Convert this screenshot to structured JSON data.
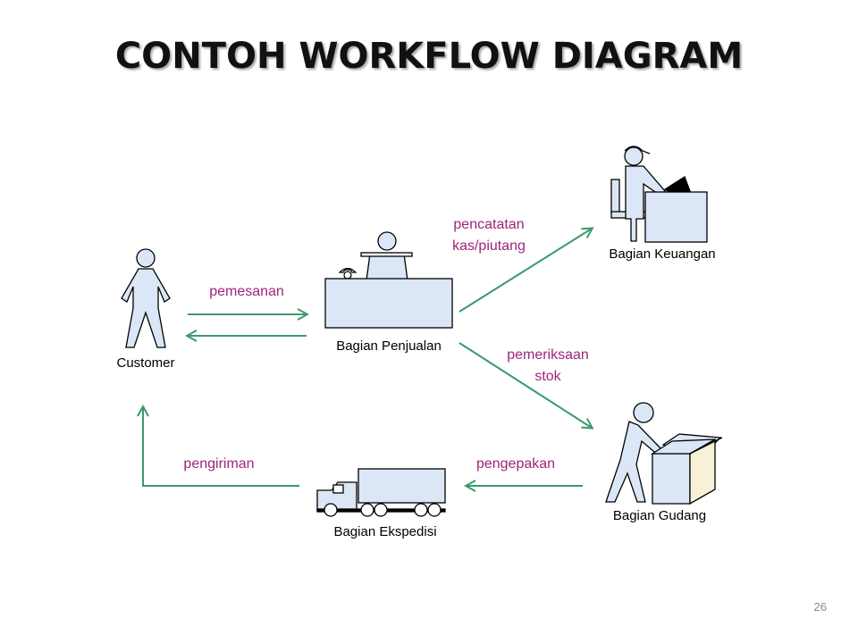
{
  "title": "CONTOH WORKFLOW DIAGRAM",
  "page_number": "26",
  "nodes": {
    "customer": "Customer",
    "penjualan": "Bagian Penjualan",
    "keuangan": "Bagian Keuangan",
    "gudang": "Bagian Gudang",
    "ekspedisi": "Bagian Ekspedisi"
  },
  "flows": {
    "pemesanan": "pemesanan",
    "pencatatan_1": "pencatatan",
    "pencatatan_2": "kas/piutang",
    "pemeriksaan_1": "pemeriksaan",
    "pemeriksaan_2": "stok",
    "pengepakan": "pengepakan",
    "pengiriman": "pengiriman"
  },
  "colors": {
    "arrow": "#3a9a6a",
    "flow_label": "#a0247a",
    "fill": "#dbe7f6"
  }
}
